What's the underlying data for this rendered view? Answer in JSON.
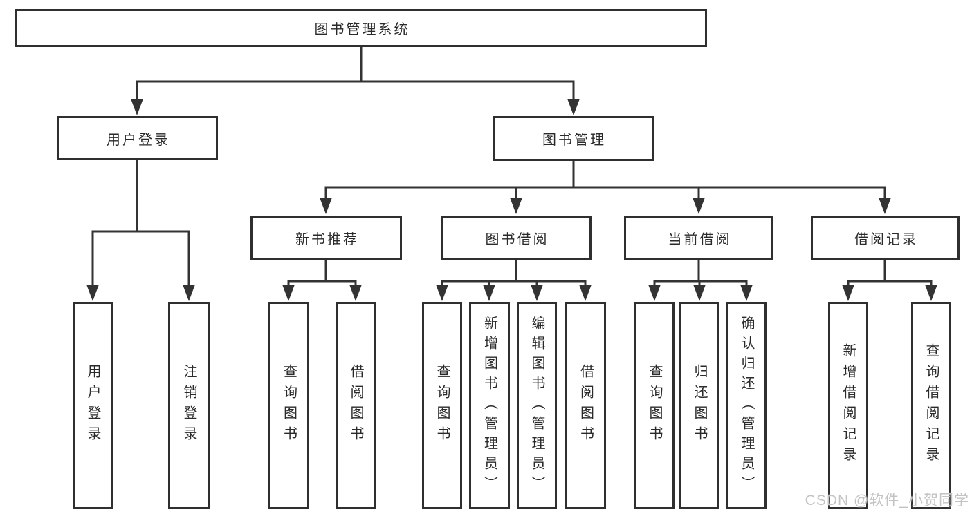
{
  "title": "图书管理系统",
  "tree": {
    "label": "图书管理系统",
    "children": [
      {
        "label": "用户登录",
        "children": [
          {
            "label": "用户登录"
          },
          {
            "label": "注销登录"
          }
        ]
      },
      {
        "label": "图书管理",
        "children": [
          {
            "label": "新书推荐",
            "children": [
              {
                "label": "查询图书"
              },
              {
                "label": "借阅图书"
              }
            ]
          },
          {
            "label": "图书借阅",
            "children": [
              {
                "label": "查询图书"
              },
              {
                "label": "新增图书（管理员）"
              },
              {
                "label": "编辑图书（管理员）"
              },
              {
                "label": "借阅图书"
              }
            ]
          },
          {
            "label": "当前借阅",
            "children": [
              {
                "label": "查询图书"
              },
              {
                "label": "归还图书"
              },
              {
                "label": "确认归还（管理员）"
              }
            ]
          },
          {
            "label": "借阅记录",
            "children": [
              {
                "label": "新增借阅记录"
              },
              {
                "label": "查询借阅记录"
              }
            ]
          }
        ]
      }
    ]
  },
  "watermark": {
    "text": "CSDN @软件_小贺同学"
  },
  "colors": {
    "line": "#333333",
    "box_border": "#2f2f2f",
    "text": "#2a2a2a",
    "watermark": "#c3c3c3",
    "background": "#ffffff"
  }
}
